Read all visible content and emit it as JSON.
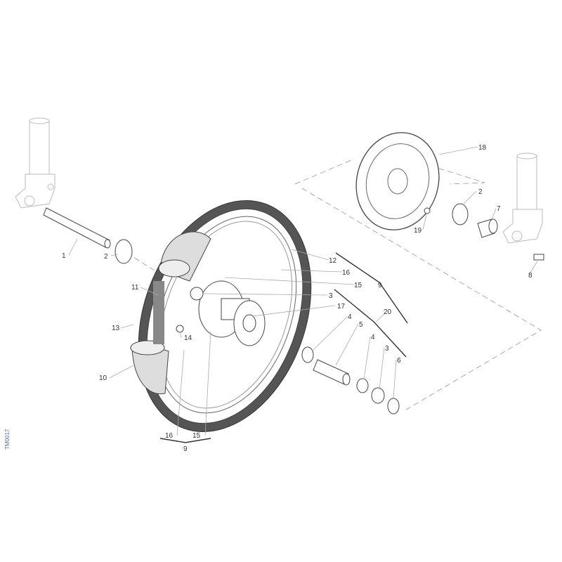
{
  "drawing_code": "TM0017",
  "callouts": [
    {
      "id": "left-axle",
      "text": "1"
    },
    {
      "id": "left-dust-cover",
      "text": "2"
    },
    {
      "id": "rim-tape",
      "text": "11"
    },
    {
      "id": "valve",
      "text": "13"
    },
    {
      "id": "valve-nut",
      "text": "14"
    },
    {
      "id": "inner-tube",
      "text": "10"
    },
    {
      "id": "spoke-16-bottom",
      "text": "16"
    },
    {
      "id": "spoke-15-bottom",
      "text": "15"
    },
    {
      "id": "spoke-kit-bottom",
      "text": "9"
    },
    {
      "id": "rim",
      "text": "12"
    },
    {
      "id": "spoke-16-top",
      "text": "16"
    },
    {
      "id": "spoke-15-top",
      "text": "15"
    },
    {
      "id": "spoke-kit-top",
      "text": "9"
    },
    {
      "id": "bearing-left",
      "text": "3"
    },
    {
      "id": "hub",
      "text": "17"
    },
    {
      "id": "spacer-left",
      "text": "4"
    },
    {
      "id": "spacer-tube",
      "text": "5"
    },
    {
      "id": "bearing-kit",
      "text": "20"
    },
    {
      "id": "spacer-right",
      "text": "4"
    },
    {
      "id": "bearing-right",
      "text": "3"
    },
    {
      "id": "circlip",
      "text": "6"
    },
    {
      "id": "brake-disc",
      "text": "18"
    },
    {
      "id": "right-dust-cover",
      "text": "2"
    },
    {
      "id": "bushing",
      "text": "7"
    },
    {
      "id": "disc-screw",
      "text": "19"
    },
    {
      "id": "pinch-screw",
      "text": "8"
    }
  ]
}
